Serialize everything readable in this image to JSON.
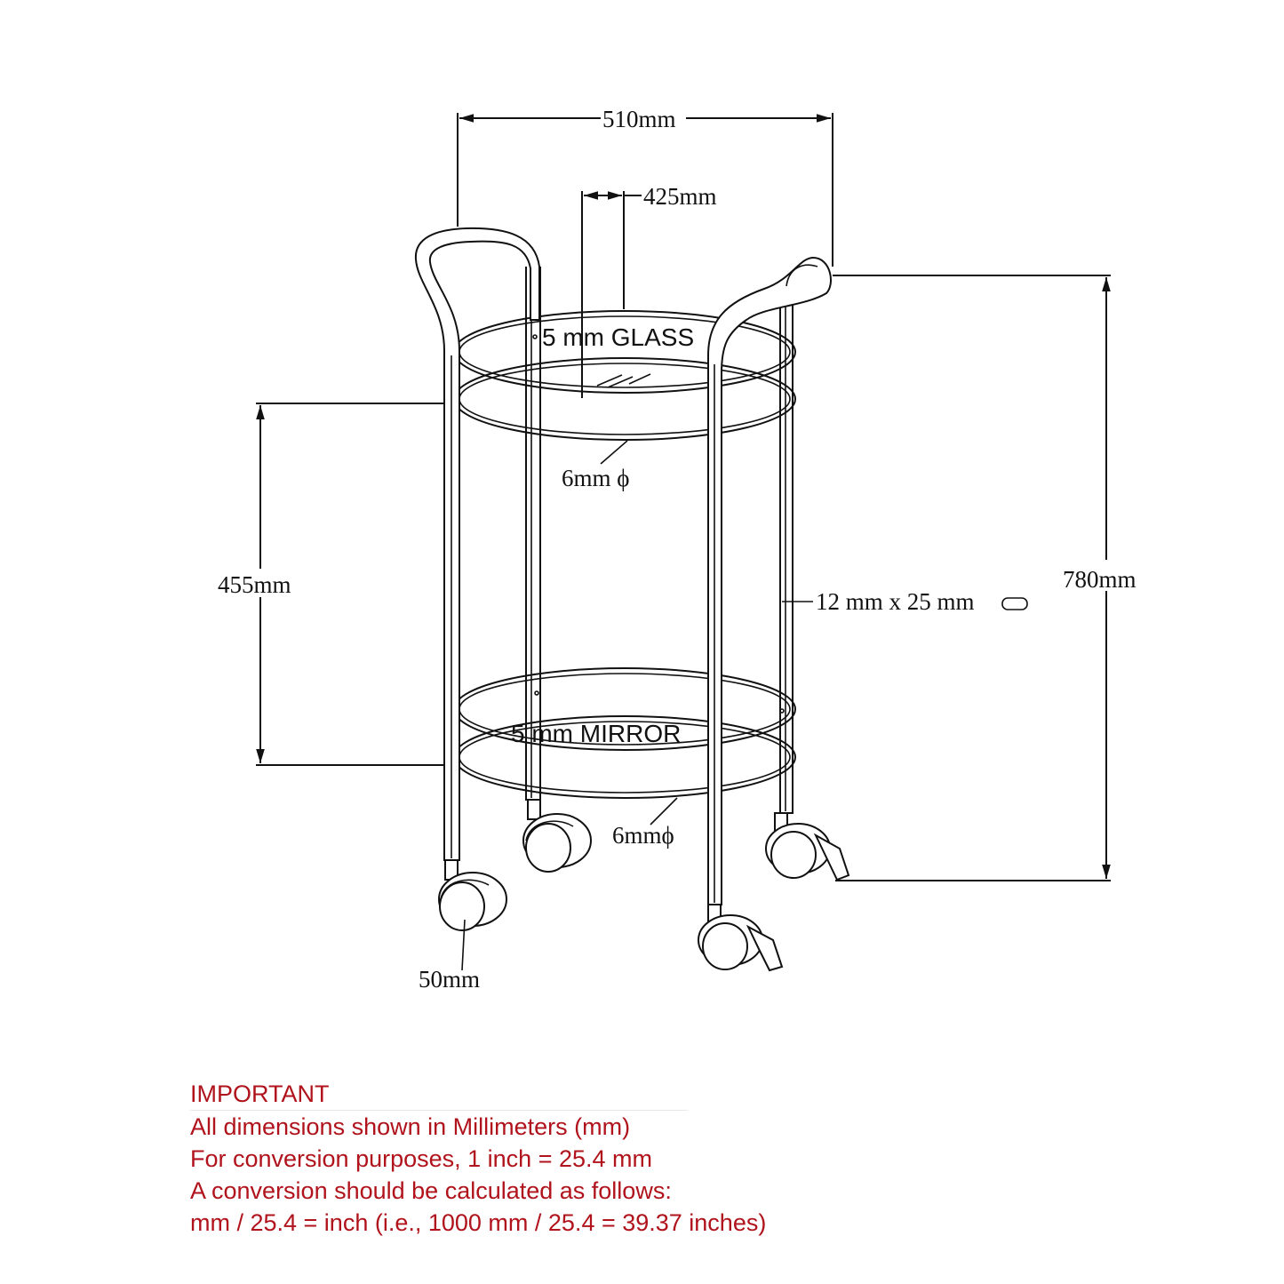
{
  "diagram": {
    "subject": "Two-tier round bar cart with casters",
    "dimensions": {
      "overall_width": "510mm",
      "tray_diameter": "425mm",
      "overall_height": "780mm",
      "shelf_spacing": "455mm",
      "rim_rod_top": "6mm ϕ",
      "rim_rod_bottom": "6mmϕ",
      "leg_tube": "12 mm x 25 mm",
      "caster_diameter": "50mm"
    },
    "labels": {
      "top_shelf": "5 mm GLASS",
      "bottom_shelf": "5 mm MIRROR"
    },
    "icons": {
      "tube_profile": "rounded-rect-profile-icon"
    }
  },
  "notes": {
    "heading": "IMPORTANT",
    "lines": [
      "All dimensions shown in Millimeters (mm)",
      "For conversion purposes, 1 inch = 25.4 mm",
      "A conversion should be calculated as follows:",
      "mm / 25.4 = inch (i.e., 1000 mm / 25.4 = 39.37 inches)"
    ],
    "color": "#b0131b"
  }
}
